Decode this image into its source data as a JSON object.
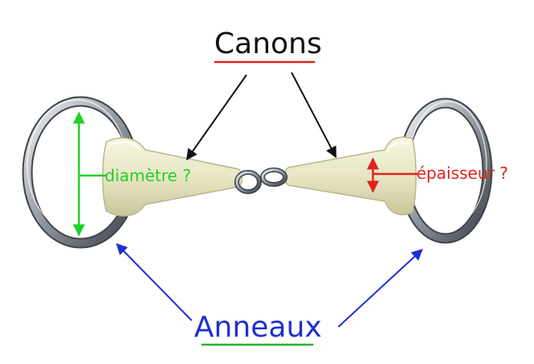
{
  "labels": {
    "top": "Canons",
    "bottom": "Anneaux",
    "diameter": "diamètre ?",
    "thickness": "épaisseur ?"
  },
  "colors": {
    "top_underline": "#d9231d",
    "bottom_text": "#1f2fd0",
    "bottom_underline": "#22b82a",
    "diameter": "#22d02a",
    "thickness": "#e0241c",
    "mouthpiece": "#ecebc8",
    "ring_metal": "#8a8f96"
  }
}
